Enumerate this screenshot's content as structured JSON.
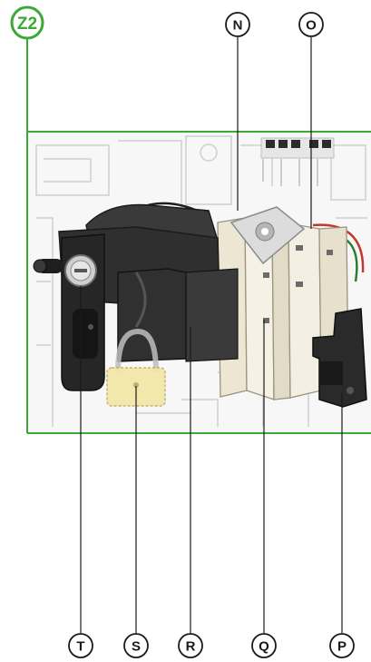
{
  "view_label": "Z2",
  "callouts": {
    "N": "N",
    "O": "O",
    "P": "P",
    "Q": "Q",
    "R": "R",
    "S": "S",
    "T": "T"
  },
  "colors": {
    "accent_green": "#3aaa35",
    "callout_stroke": "#1a1a1a",
    "device_black": "#2b2b2b",
    "module_beige": "#efeadb",
    "padlock_yellow": "#f3e7a6"
  }
}
